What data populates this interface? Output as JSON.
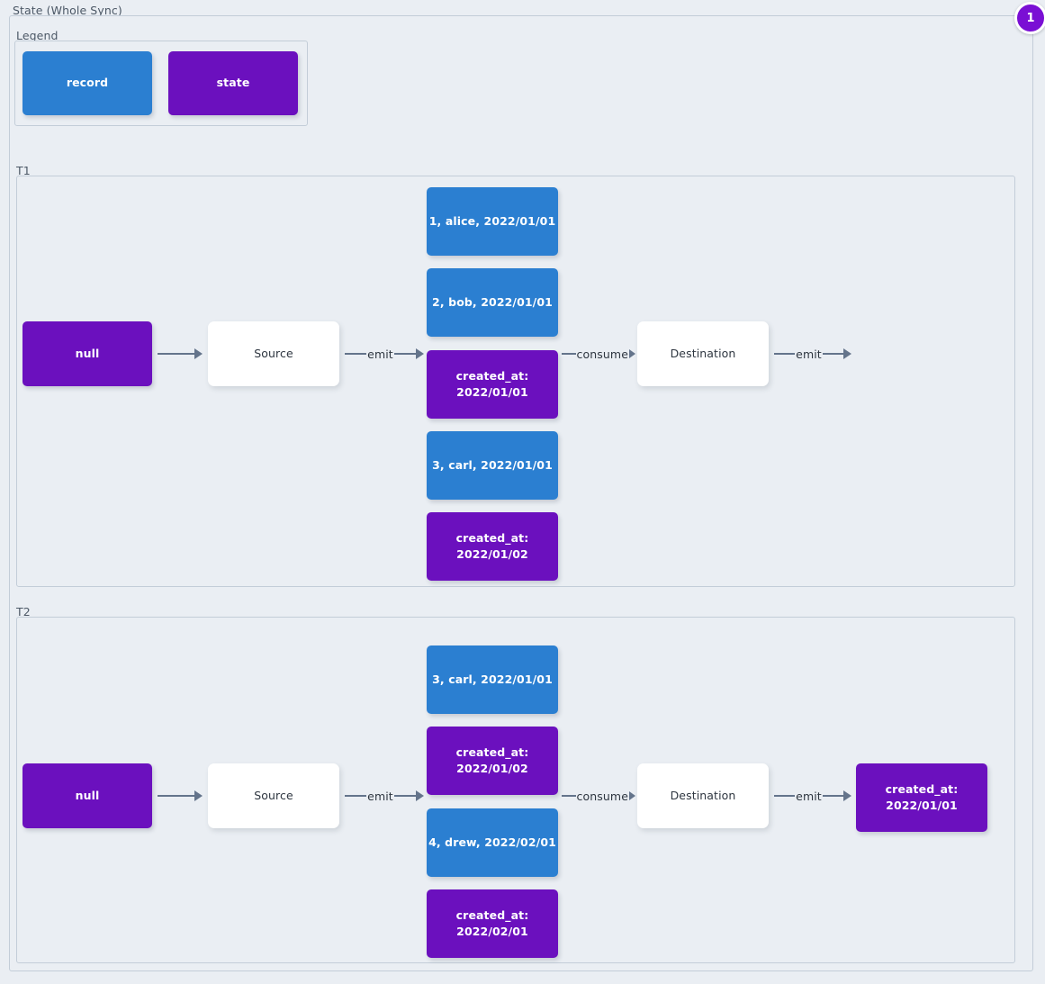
{
  "diagram": {
    "title": "State (Whole Sync)",
    "badge": "1",
    "colors": {
      "record": "#2b7fd1",
      "state": "#6b10be",
      "plain": "#ffffff",
      "edge": "#64748b",
      "background": "#eaeef3",
      "border": "#c3cdd8",
      "badge": "#7a0fd4"
    }
  },
  "legend": {
    "title": "Legend",
    "items": [
      {
        "label": "record",
        "type": "record"
      },
      {
        "label": "state",
        "type": "state"
      }
    ]
  },
  "sections": [
    {
      "title": "T1",
      "start_node": {
        "label": "null",
        "type": "state"
      },
      "source_node": {
        "label": "Source",
        "type": "plain"
      },
      "destination_node": {
        "label": "Destination",
        "type": "plain"
      },
      "end_node": null,
      "edges": {
        "start_to_source": "",
        "source_to_stream": "emit",
        "stream_to_destination": "consume",
        "destination_to_end": "emit"
      },
      "stream": [
        {
          "line1": "1, alice, 2022/01/01",
          "line2": "",
          "type": "record"
        },
        {
          "line1": "2, bob, 2022/01/01",
          "line2": "",
          "type": "record"
        },
        {
          "line1": "created_at:",
          "line2": "2022/01/01",
          "type": "state"
        },
        {
          "line1": "3, carl, 2022/01/01",
          "line2": "",
          "type": "record"
        },
        {
          "line1": "created_at:",
          "line2": "2022/01/02",
          "type": "state"
        }
      ]
    },
    {
      "title": "T2",
      "start_node": {
        "label": "null",
        "type": "state"
      },
      "source_node": {
        "label": "Source",
        "type": "plain"
      },
      "destination_node": {
        "label": "Destination",
        "type": "plain"
      },
      "end_node": {
        "line1": "created_at:",
        "line2": "2022/01/01",
        "type": "state"
      },
      "edges": {
        "start_to_source": "",
        "source_to_stream": "emit",
        "stream_to_destination": "consume",
        "destination_to_end": "emit"
      },
      "stream": [
        {
          "line1": "3, carl, 2022/01/01",
          "line2": "",
          "type": "record"
        },
        {
          "line1": "created_at:",
          "line2": "2022/01/02",
          "type": "state"
        },
        {
          "line1": "4, drew, 2022/02/01",
          "line2": "",
          "type": "record"
        },
        {
          "line1": "created_at:",
          "line2": "2022/02/01",
          "type": "state"
        }
      ]
    }
  ]
}
